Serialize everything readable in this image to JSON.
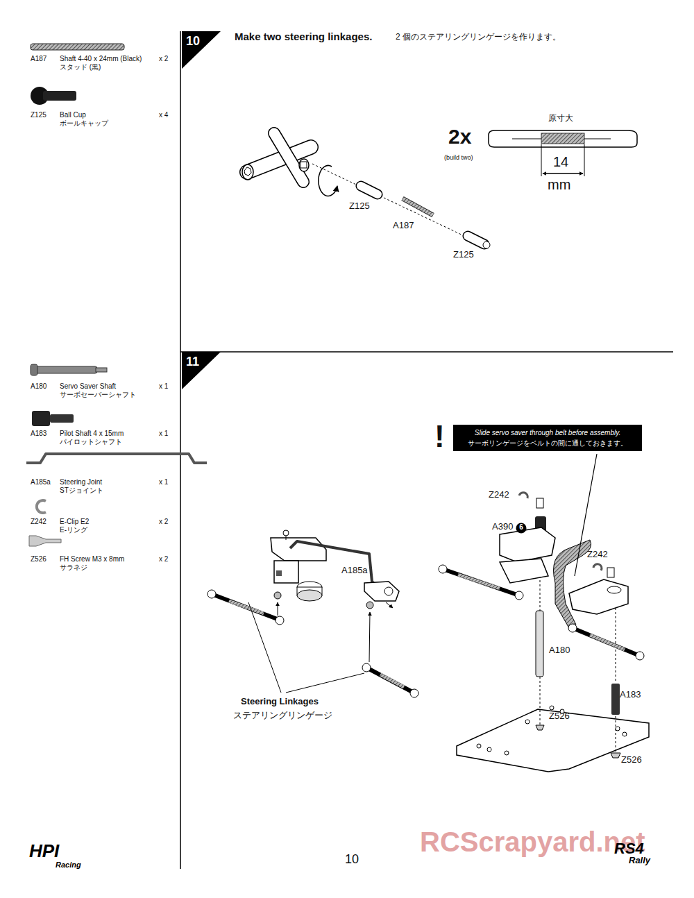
{
  "diagram": {
    "nodes": [
      {
        "text": [
          "10"
        ]
      },
      {
        "text": [
          "11"
        ]
      },
      {
        "text": [
          "Slide servo saver through belt before assembly.",
          "サーボリンゲージをベルトの間に通しておきます。"
        ]
      }
    ],
    "labels": [
      "A187",
      "Shaft 4-40 x 24mm (Black)",
      "スタッド (黒)",
      "x 2",
      "Z125",
      "Ball Cup",
      "ボールキャップ",
      "x 4",
      "A180",
      "Servo Saver Shaft",
      "サーボセーバーシャフト",
      "x 1",
      "A183",
      "Pilot Shaft 4 x 15mm",
      "パイロットシャフト",
      "x 1",
      "A185a",
      "Steering Joint",
      "STジョイント",
      "x 1",
      "Z242",
      "E-Clip E2",
      "E-リング",
      "x 2",
      "Z526",
      "FH Screw  M3 x 8mm",
      "サラネジ",
      "x 2",
      "Make two steering linkages.",
      "2 個のステアリングリンゲージを作ります。",
      "2x",
      "(build two)",
      "原寸大",
      "14",
      "mm",
      "Z125",
      "A187",
      "Z125",
      "A185a",
      "Steering Linkages",
      "ステアリングリンゲージ",
      "Z242",
      "A390",
      "6",
      "Z242",
      "A180",
      "A183",
      "Z526",
      "Z526",
      "!",
      "10",
      "RCScrapyard.net",
      "HPI",
      "Racing",
      "RS4",
      "Rally"
    ]
  }
}
